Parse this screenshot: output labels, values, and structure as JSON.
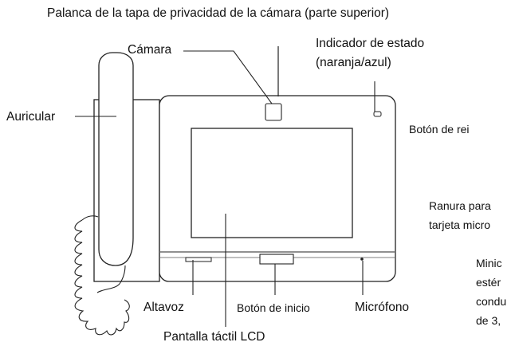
{
  "labels": {
    "camera_lever": "Palanca de la tapa de privacidad de la cámara (parte superior)",
    "camera": "Cámara",
    "status_line1": "Indicador de estado",
    "status_line2": "(naranja/azul)",
    "handset": "Auricular",
    "reset": "Botón de rei",
    "microsd_line1": "Ranura para",
    "microsd_line2": "tarjeta micro",
    "minijack_line1": "Minic",
    "minijack_line2": "estér",
    "minijack_line3": "condu",
    "minijack_line4": "de 3,",
    "speaker": "Altavoz",
    "home": "Botón de inicio",
    "mic": "Micrófono",
    "lcd": "Pantalla táctil LCD"
  }
}
